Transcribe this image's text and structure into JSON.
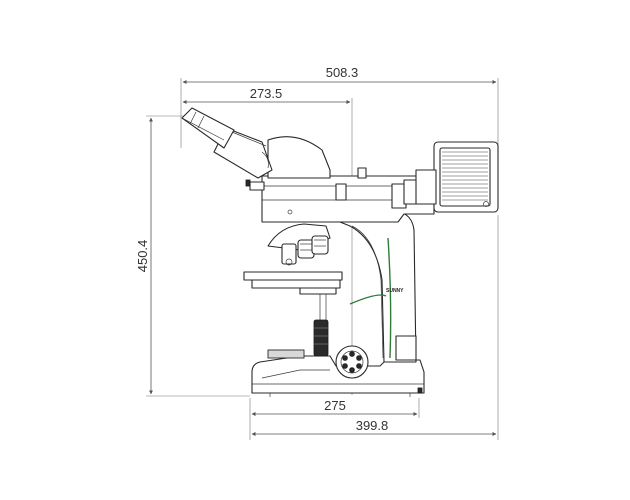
{
  "dimensions": {
    "total_depth": "508.3",
    "eyepiece_offset": "273.5",
    "height": "450.4",
    "base_depth": "275",
    "footprint_depth": "399.8"
  },
  "brand_mark": "SUNNY",
  "colors": {
    "outline": "#2a2a2a",
    "accent_green": "#2e7d3a",
    "dimension": "#555555"
  }
}
